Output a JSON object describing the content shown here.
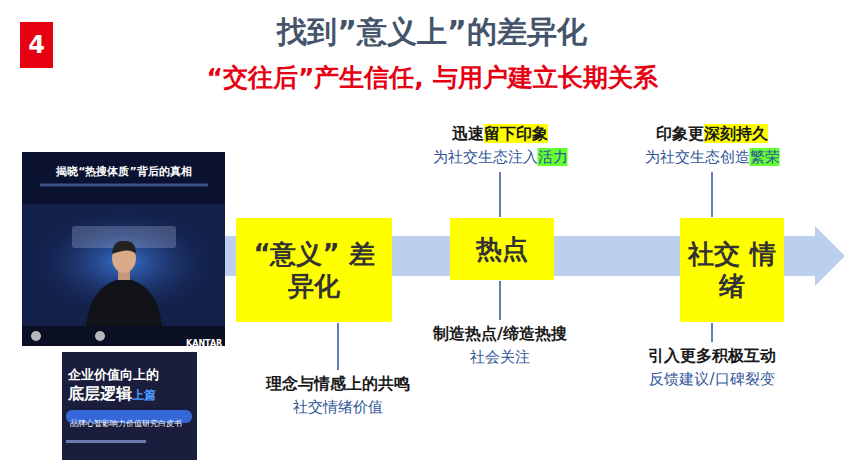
{
  "diagram": {
    "title": "找到”意义上”的差异化",
    "nodes": [
      {
        "text": [
          "4"
        ]
      },
      {
        "text": [
          "“意义” 差异化"
        ]
      },
      {
        "text": [
          "热点"
        ]
      },
      {
        "text": [
          "社交 情绪"
        ]
      }
    ],
    "edges": [
      {
        "from": 1,
        "to": 2,
        "arrow": "none"
      },
      {
        "from": 2,
        "to": 3,
        "arrow": "none"
      }
    ],
    "labels": [
      "“交往后”产生信任, 与用户建立长期关系",
      "迅速",
      "留下印象",
      "为社交生态注入",
      "活力",
      "印象更",
      "深刻持久",
      "为社交生态创造",
      "繁荣",
      "制造热点/缔造热搜",
      "社会关注",
      "理念与情感上的共鸣",
      "社交情绪价值",
      "引入更多积极互动",
      "反馈建议/口碑裂变",
      "揭晓“热搜体质”背后的真相",
      "KANTAR",
      "企业价值向上的",
      "底层逻辑",
      "上篇",
      "品牌心智影响力价值研究白皮书"
    ]
  }
}
